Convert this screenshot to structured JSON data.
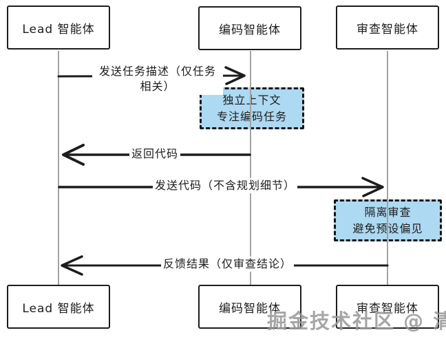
{
  "diagram": {
    "title_hint": "multi-agent sequence diagram",
    "actors": [
      {
        "id": "lead",
        "label": "Lead 智能体"
      },
      {
        "id": "coder",
        "label": "编码智能体"
      },
      {
        "id": "reviewer",
        "label": "审查智能体"
      }
    ],
    "messages": [
      {
        "from": "lead",
        "to": "coder",
        "label": "发送任务描述（仅任务相关）"
      },
      {
        "from": "coder",
        "to": "lead",
        "label": "返回代码"
      },
      {
        "from": "lead",
        "to": "reviewer",
        "label": "发送代码（不含规划细节）"
      },
      {
        "from": "reviewer",
        "to": "lead",
        "label": "反馈结果（仅审查结论）"
      }
    ],
    "notes": [
      {
        "attached_to": "coder",
        "line1": "独立上下文",
        "line2": "专注编码任务"
      },
      {
        "attached_to": "reviewer",
        "line1": "隔离审查",
        "line2": "避免预设偏见"
      }
    ],
    "colors": {
      "note_fill": "#add9f2",
      "stroke": "#1c1c1c",
      "lifeline": "#a3a3a3"
    },
    "watermark": "掘金技术社区 @ 清沫"
  }
}
